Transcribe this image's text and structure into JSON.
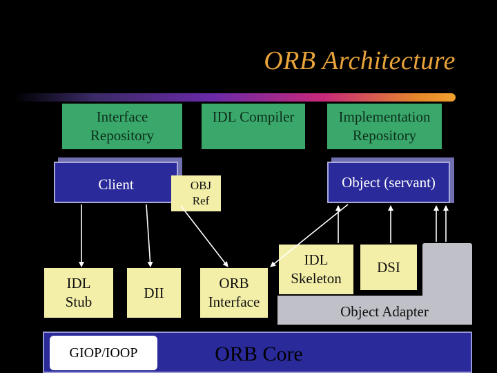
{
  "title": "ORB Architecture",
  "boxes": {
    "interface_repository": "Interface Repository",
    "idl_compiler": "IDL Compiler",
    "implementation_repository": "Implementation Repository",
    "client": "Client",
    "obj_ref": "OBJ Ref",
    "object_servant": "Object (servant)",
    "idl_stub": "IDL Stub",
    "dii": "DII",
    "orb_interface": "ORB Interface",
    "idl_skeleton": "IDL Skeleton",
    "dsi": "DSI",
    "object_adapter": "Object Adapter",
    "giop_iiop": "GIOP/IOOP",
    "orb_core": "ORB Core"
  },
  "colors": {
    "background": "#000000",
    "title": "#e8a33a",
    "repository_fill": "#3aa86a",
    "component_fill": "#f4efa8",
    "client_object_fill": "#2a2a9a",
    "orb_core_fill": "#2a2a9a",
    "adapter_fill": "#c0c0c8"
  }
}
